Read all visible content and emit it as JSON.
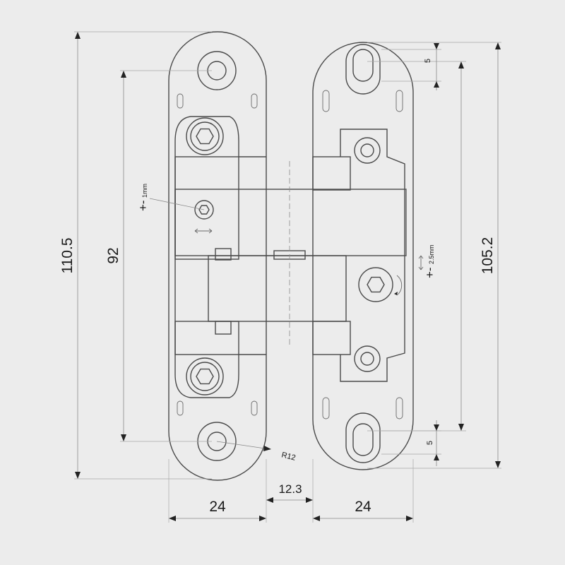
{
  "colors": {
    "background": "#ececec",
    "line": "#4a4a4a",
    "dimension": "#8a8a8a",
    "text": "#1a1a1a"
  },
  "dimensions": {
    "overall_length": "110.5",
    "hole_spacing_left": "92",
    "overall_length_right": "105.2",
    "leaf_width_left": "24",
    "leaf_width_right": "24",
    "gap": "12.3",
    "radius": "R12",
    "slot_top": "5",
    "slot_bottom": "5"
  },
  "adjustments": {
    "left_sign": "+-",
    "left_value": "1mm",
    "right_sign": "+-",
    "right_value": "2.5mm"
  }
}
